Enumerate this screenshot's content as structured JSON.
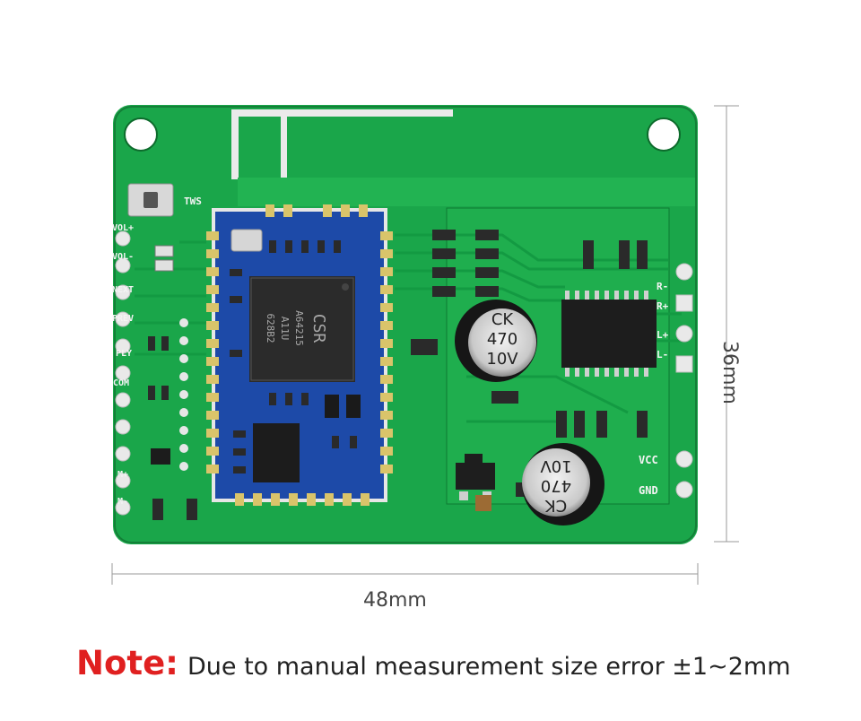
{
  "dimensions": {
    "width": "48mm",
    "height": "36mm"
  },
  "note": {
    "prefix": "Note:",
    "text": "Due to manual measurement size error ±1~2mm"
  },
  "board_labels": {
    "tws": "TWS",
    "vol_plus": "VOL+",
    "vol_minus": "VOL-",
    "next": "NEXT",
    "prev": "PREV",
    "ply": "PLY",
    "com": "COM",
    "mic_plus": "M+",
    "mic_minus": "M-",
    "right_minus": "R-",
    "right_plus": "R+",
    "left_plus": "L+",
    "left_minus": "L-",
    "vcc": "VCC",
    "gnd": "GND"
  },
  "chip": {
    "brand": "CSR",
    "model": "A64215",
    "line2": "A11U",
    "line3": "628B2"
  },
  "capacitor_1": {
    "brand": "CK",
    "capacitance": "470",
    "voltage": "10V"
  },
  "capacitor_2": {
    "brand": "CK",
    "capacitance": "470",
    "voltage": "10V"
  },
  "colors": {
    "pcb": "#1aa64a",
    "module": "#1d4aa8",
    "note": "#e02020"
  }
}
